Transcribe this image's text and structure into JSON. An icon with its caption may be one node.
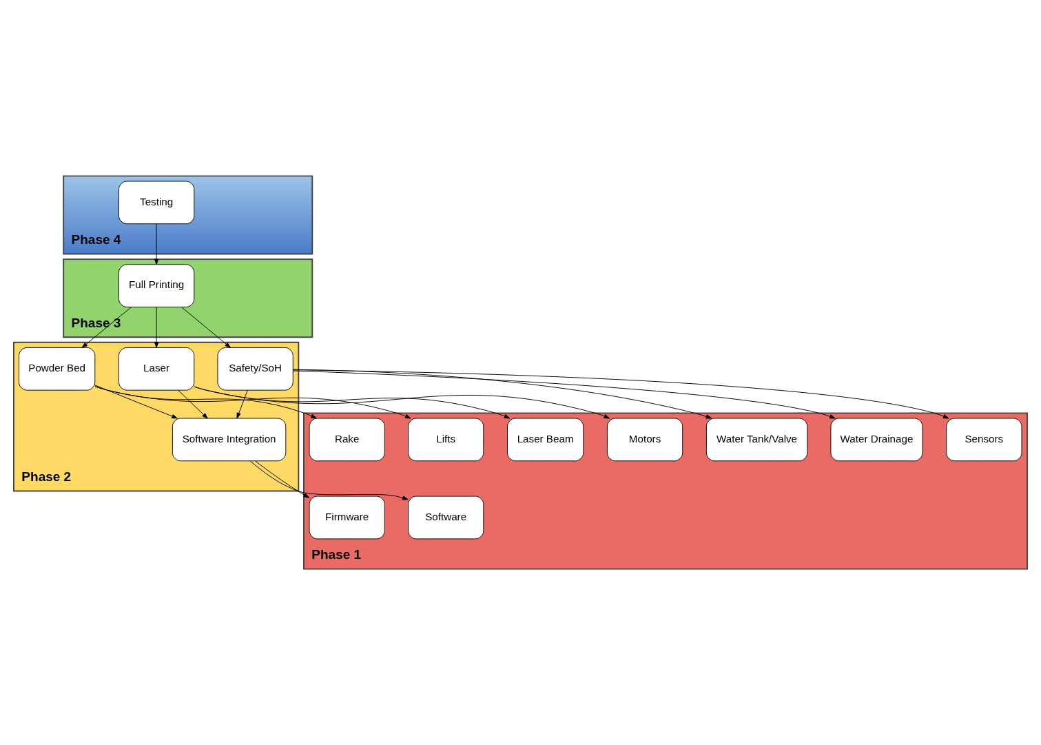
{
  "diagram": {
    "nodes": [
      {
        "text": [
          "Phase 4"
        ]
      },
      {
        "text": [
          "Testing"
        ],
        "in": 0
      },
      {
        "text": [
          "Phase 3"
        ]
      },
      {
        "text": [
          "Full Printing"
        ],
        "in": 2
      },
      {
        "text": [
          "Phase 2"
        ]
      },
      {
        "text": [
          "Safety/SoH"
        ],
        "in": 4
      },
      {
        "text": [
          "Laser"
        ],
        "in": 4
      },
      {
        "text": [
          "Powder Bed"
        ],
        "in": 4
      },
      {
        "text": [
          "Software Integration"
        ],
        "in": 4
      },
      {
        "text": [
          "Phase 1"
        ]
      },
      {
        "text": [
          "Motors"
        ],
        "in": 9
      },
      {
        "text": [
          "Laser Beam"
        ],
        "in": 9
      },
      {
        "text": [
          "Water Drainage"
        ],
        "in": 9
      },
      {
        "text": [
          "Water Tank/Valve"
        ],
        "in": 9
      },
      {
        "text": [
          "Sensors"
        ],
        "in": 9
      },
      {
        "text": [
          "Software"
        ],
        "in": 9
      },
      {
        "text": [
          "Firmware"
        ],
        "in": 9
      },
      {
        "text": [
          "Rake"
        ],
        "in": 9
      },
      {
        "text": [
          "Lifts"
        ],
        "in": 9
      }
    ],
    "edges": [
      {
        "from": 1,
        "to": 3,
        "arrow": "to"
      },
      {
        "from": 3,
        "to": 5,
        "arrow": "to"
      },
      {
        "from": 3,
        "to": 6,
        "arrow": "to"
      },
      {
        "from": 3,
        "to": 7,
        "arrow": "to"
      },
      {
        "from": 5,
        "to": 8,
        "arrow": "to"
      },
      {
        "from": 6,
        "to": 8,
        "arrow": "to"
      },
      {
        "from": 7,
        "to": 8,
        "arrow": "to"
      },
      {
        "from": 6,
        "to": 10,
        "arrow": "to"
      },
      {
        "from": 6,
        "to": 11,
        "arrow": "to"
      },
      {
        "from": 5,
        "to": 12,
        "arrow": "to"
      },
      {
        "from": 5,
        "to": 13,
        "arrow": "to"
      },
      {
        "from": 5,
        "to": 14,
        "arrow": "to"
      },
      {
        "from": 8,
        "to": 15,
        "arrow": "to"
      },
      {
        "from": 8,
        "to": 16,
        "arrow": "to"
      },
      {
        "from": 7,
        "to": 17,
        "arrow": "to"
      },
      {
        "from": 7,
        "to": 18,
        "arrow": "to"
      }
    ]
  }
}
